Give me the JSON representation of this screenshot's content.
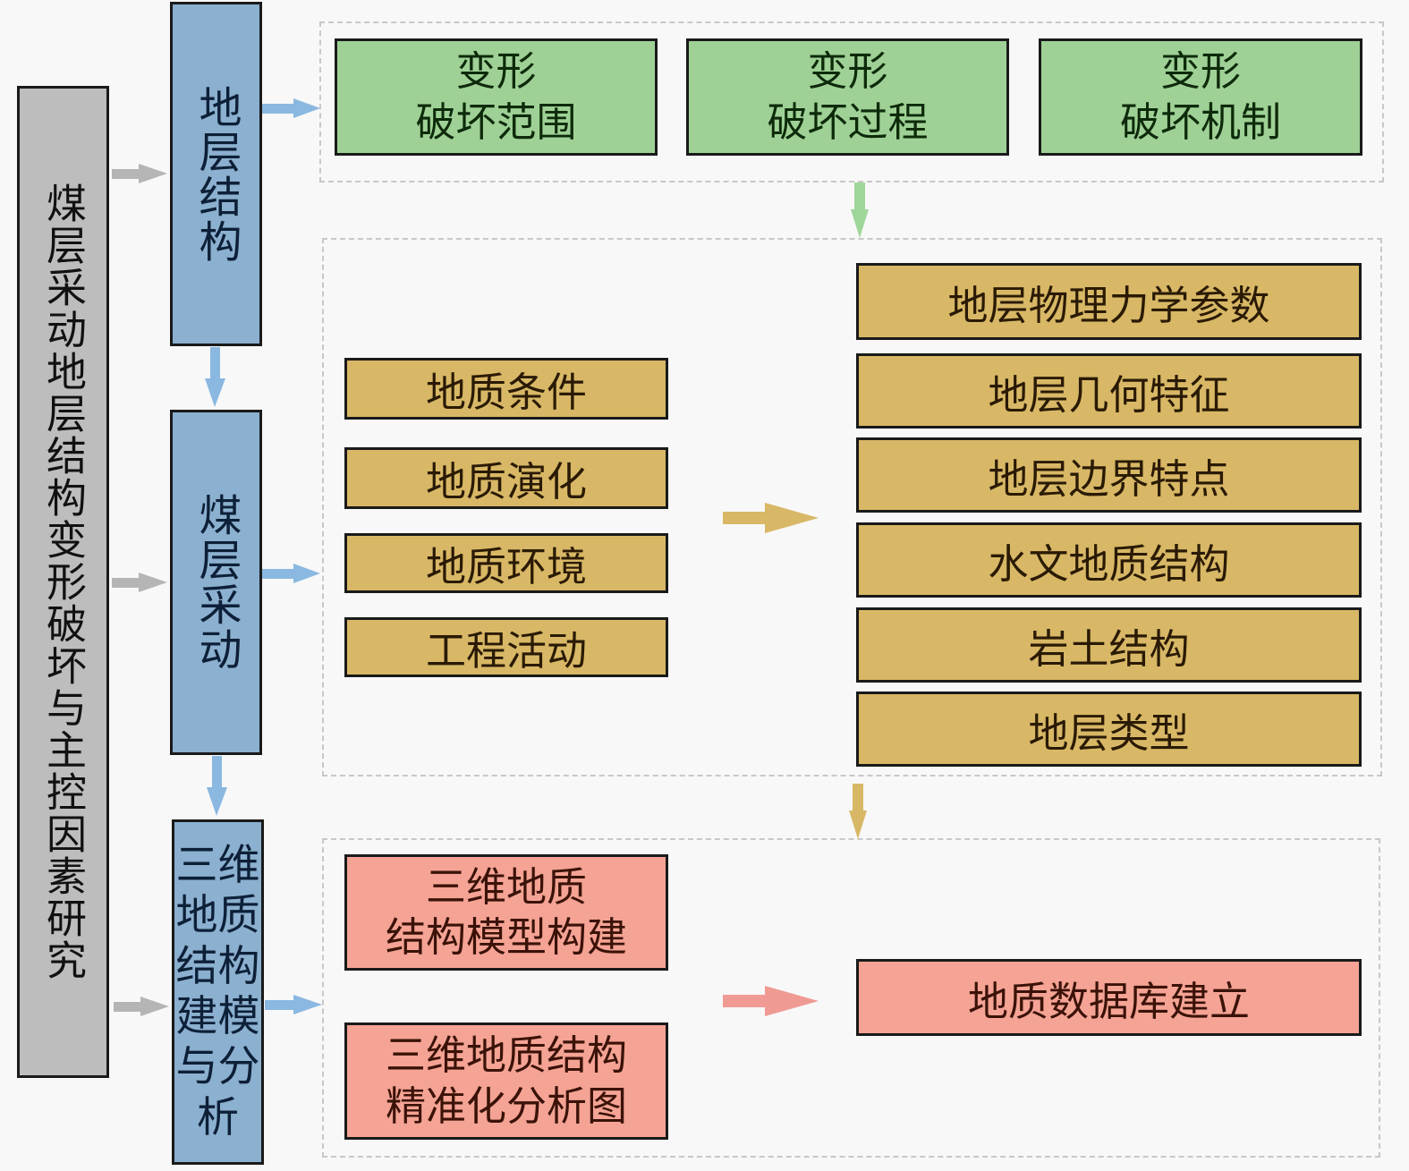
{
  "root": {
    "label": "煤层采动地层结构变形破坏与主控因素研究"
  },
  "stages": [
    {
      "label": "地层结构"
    },
    {
      "label": "煤层采动"
    },
    {
      "label": "三维地质结构建模与分析"
    }
  ],
  "top_group": {
    "items": [
      {
        "line1": "变形",
        "line2": "破坏范围"
      },
      {
        "line1": "变形",
        "line2": "破坏过程"
      },
      {
        "line1": "变形",
        "line2": "破坏机制"
      }
    ]
  },
  "middle_group": {
    "left_items": [
      "地质条件",
      "地质演化",
      "地质环境",
      "工程活动"
    ],
    "right_items": [
      "地层物理力学参数",
      "地层几何特征",
      "地层边界特点",
      "水文地质结构",
      "岩土结构",
      "地层类型"
    ]
  },
  "bottom_group": {
    "left_items": [
      {
        "line1": "三维地质",
        "line2": "结构模型构建"
      },
      {
        "line1": "三维地质结构",
        "line2": "精准化分析图"
      }
    ],
    "right_item": "地质数据库建立"
  },
  "colors": {
    "root": "#bdbdbd",
    "stage": "#8cb0cf",
    "top": "#9fd196",
    "middle": "#d8b866",
    "bottom": "#f4a394",
    "arrow_gray": "#b5b5b5",
    "arrow_blue": "#8ab8e0",
    "arrow_green": "#9fd69a",
    "arrow_gold": "#d8b866",
    "arrow_salmon": "#f09a94"
  }
}
